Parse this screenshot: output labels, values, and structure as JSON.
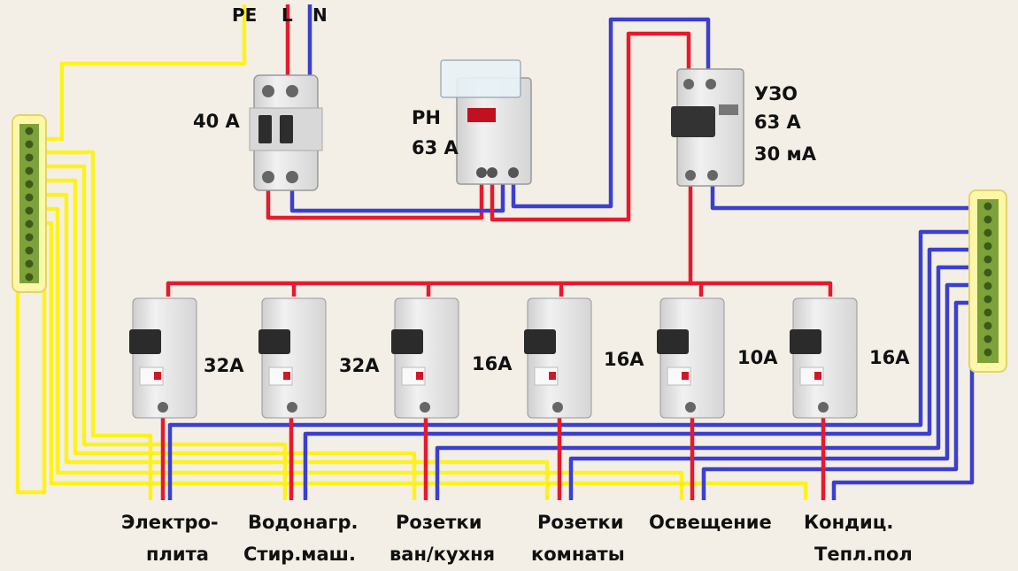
{
  "colors": {
    "phase": "#e8192c",
    "neutral": "#3b3fd1",
    "earth": "#fff21c",
    "background": "#f3efe6",
    "device_body": "#e3e3e3",
    "busbar_green": "#7da23a"
  },
  "supply": {
    "pe": "PE",
    "l": "L",
    "n": "N"
  },
  "main_breaker": {
    "rating": "40 А"
  },
  "voltage_relay": {
    "name": "РН",
    "rating": "63 А"
  },
  "rcd": {
    "name": "УЗО",
    "rating": "63 А",
    "leak": "30 мА"
  },
  "breakers": [
    {
      "rating": "32А",
      "load1": "Электро-",
      "load2": "плита"
    },
    {
      "rating": "32А",
      "load1": "Водонагр.",
      "load2": "Стир.маш."
    },
    {
      "rating": "16А",
      "load1": "Розетки",
      "load2": "ван/кухня"
    },
    {
      "rating": "16А",
      "load1": "Розетки",
      "load2": "комнаты"
    },
    {
      "rating": "10А",
      "load1": "Освещение",
      "load2": ""
    },
    {
      "rating": "16А",
      "load1": "Кондиц.",
      "load2": "Тепл.пол"
    }
  ]
}
